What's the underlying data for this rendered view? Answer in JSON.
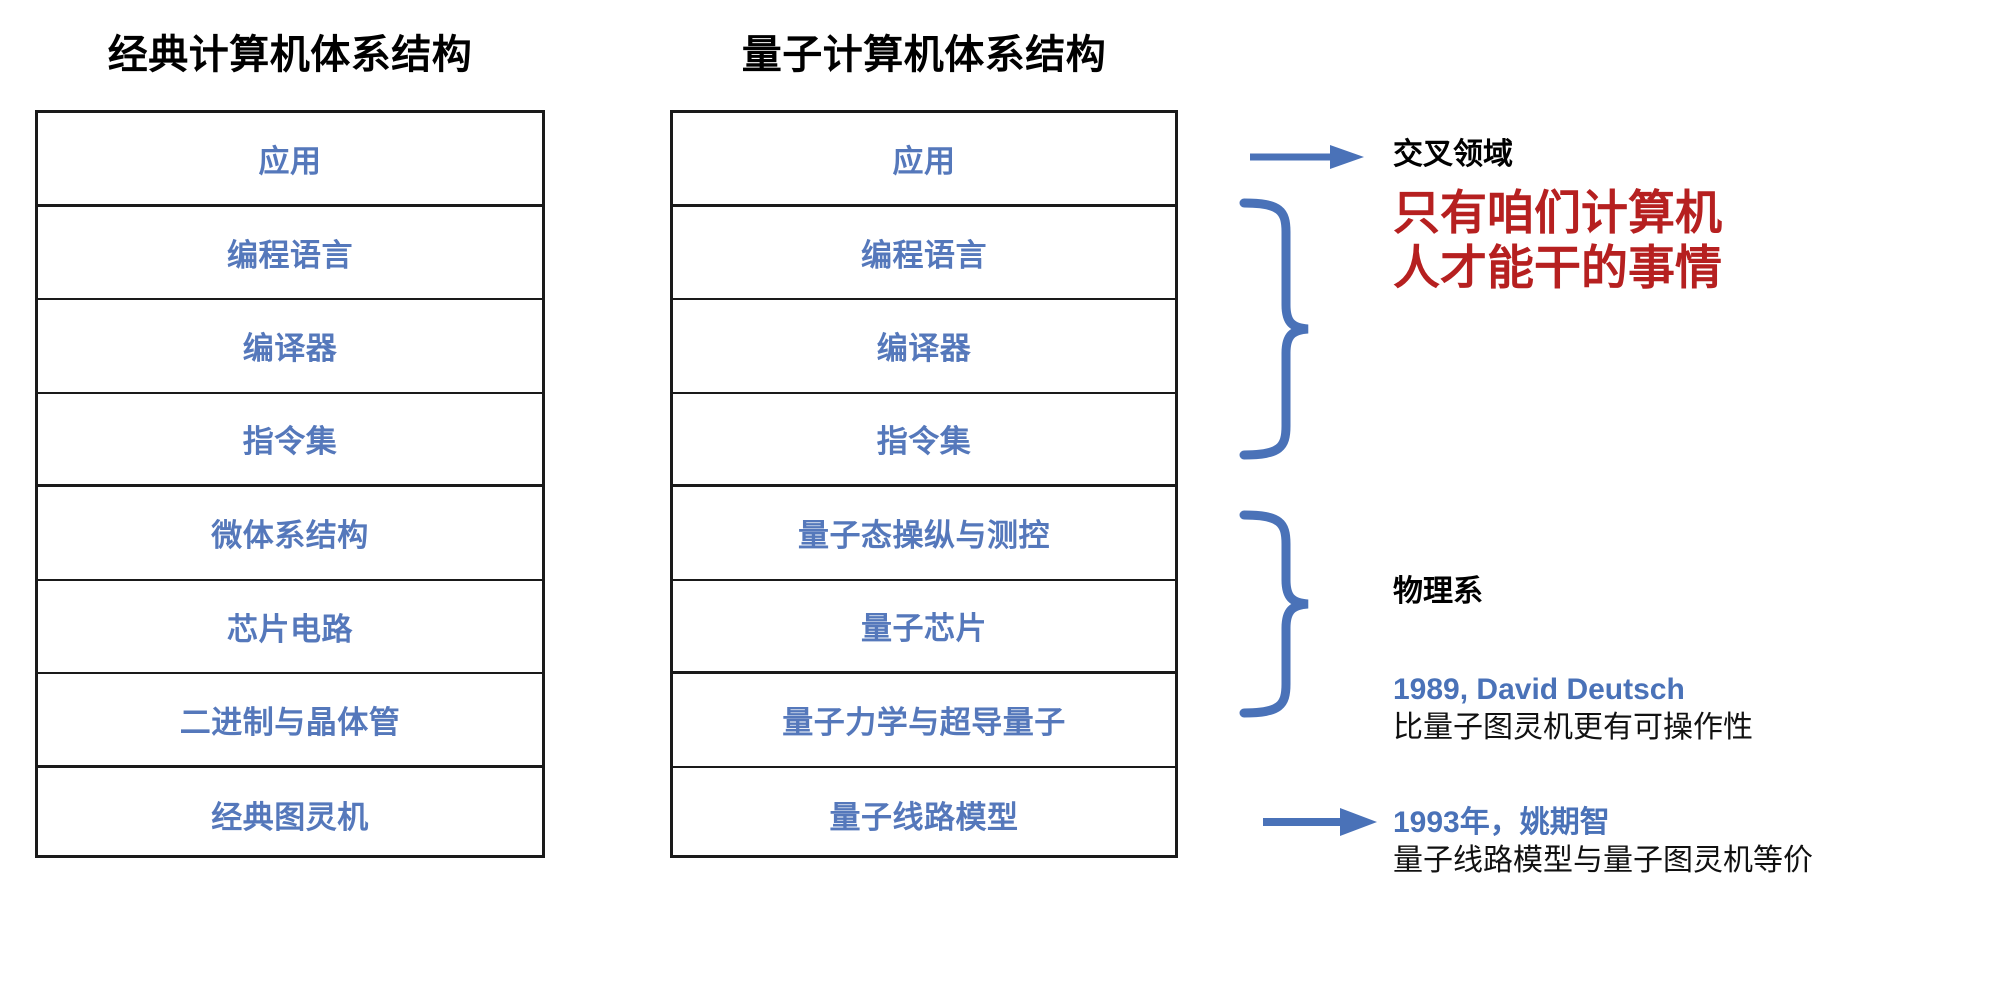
{
  "accent_blue": "#5578bb",
  "brace_blue": "#4a72b8",
  "red": "#b62020",
  "border_black": "#1a1a1a",
  "classic": {
    "title": "经典计算机体系结构",
    "layers": [
      {
        "label": "应用"
      },
      {
        "label": "编程语言"
      },
      {
        "label": "编译器"
      },
      {
        "label": "指令集"
      },
      {
        "label": "微体系结构"
      },
      {
        "label": "芯片电路"
      },
      {
        "label": "二进制与晶体管"
      },
      {
        "label": "经典图灵机"
      }
    ]
  },
  "quantum": {
    "title": "量子计算机体系结构",
    "layers": [
      {
        "label": "应用"
      },
      {
        "label": "编程语言"
      },
      {
        "label": "编译器"
      },
      {
        "label": "指令集"
      },
      {
        "label": "量子态操纵与测控"
      },
      {
        "label": "量子芯片"
      },
      {
        "label": "量子力学与超导量子"
      },
      {
        "label": "量子线路模型"
      }
    ]
  },
  "annotations": {
    "cross_domain": "交叉领域",
    "red_line1": "只有咱们计算机",
    "red_line2": "人才能干的事情",
    "physics_dept": "物理系",
    "deutsch_heading": "1989, David Deutsch",
    "deutsch_detail": "比量子图灵机更有可操作性",
    "yao_heading": "1993年，姚期智",
    "yao_detail": "量子线路模型与量子图灵机等价"
  },
  "connectors": {
    "arrow_top": "arrow-right-icon",
    "arrow_bottom": "arrow-right-icon",
    "brace_upper": "curly-brace-right-icon",
    "brace_lower": "curly-brace-right-icon"
  }
}
